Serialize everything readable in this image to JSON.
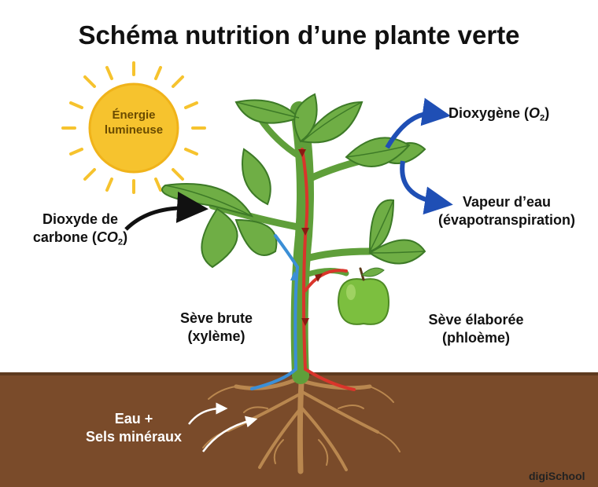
{
  "title": "Schéma nutrition d’une plante verte",
  "labels": {
    "sun_line1": "Énergie",
    "sun_line2": "lumineuse",
    "co2_line1": "Dioxyde de",
    "co2_prefix": "carbone (",
    "co2_formula": "CO",
    "co2_sub": "2",
    "co2_suffix": ")",
    "o2_prefix": "Dioxygène (",
    "o2_formula": "O",
    "o2_sub": "2",
    "o2_suffix": ")",
    "vapour_line1": "Vapeur d’eau",
    "vapour_line2": "(évapotranspiration)",
    "raw_sap_line1": "Sève brute",
    "raw_sap_line2": "(xylème)",
    "elab_sap_line1": "Sève élaborée",
    "elab_sap_line2": "(phloème)",
    "water_line1": "Eau +",
    "water_line2": "Sels minéraux",
    "brand": "digiSchool"
  },
  "colors": {
    "sun": "#f6c32e",
    "sun_rays": "#f6c32e",
    "soil": "#7a4b2a",
    "stem": "#5f9f3a",
    "leaf": "#6fae45",
    "xylem": "#3b8fd6",
    "phloem": "#d9352b",
    "arrow_co2": "#111111",
    "arrow_o2": "#1f4fb5",
    "apple": "#7cbf3f",
    "roots": "#b9874f"
  }
}
